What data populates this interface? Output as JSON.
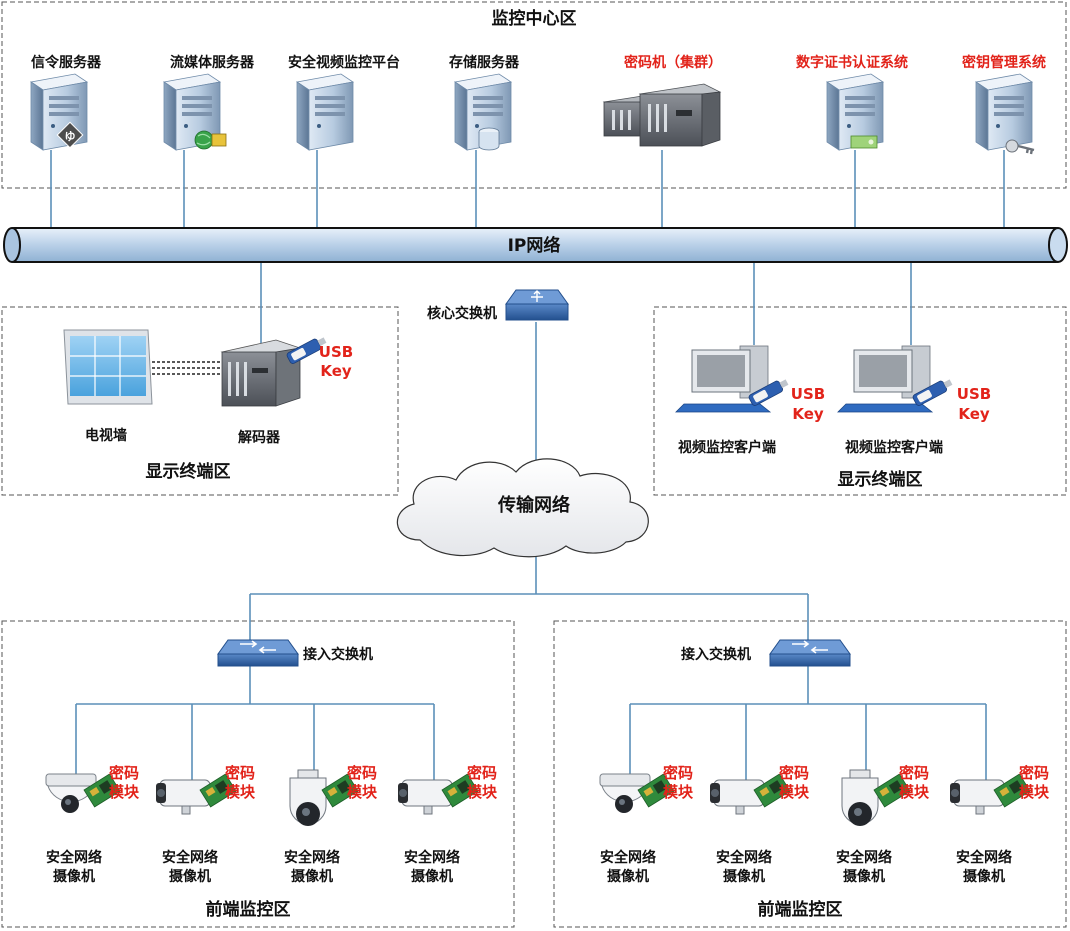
{
  "zones": {
    "monitor_center": "监控中心区",
    "display_left": "显示终端区",
    "display_right": "显示终端区",
    "front_left": "前端监控区",
    "front_right": "前端监控区"
  },
  "network": {
    "ip": "IP网络",
    "core_switch": "核心交换机",
    "transport": "传输网络",
    "access_switch_left": "接入交换机",
    "access_switch_right": "接入交换机"
  },
  "servers": [
    {
      "label": "信令服务器",
      "highlight": false
    },
    {
      "label": "流媒体服务器",
      "highlight": false
    },
    {
      "label": "安全视频监控平台",
      "highlight": false
    },
    {
      "label": "存储服务器",
      "highlight": false
    },
    {
      "label": "密码机（集群）",
      "highlight": true
    },
    {
      "label": "数字证书认证系统",
      "highlight": true
    },
    {
      "label": "密钥管理系统",
      "highlight": true
    }
  ],
  "display_left": {
    "tvwall": "电视墙",
    "decoder": "解码器",
    "usb_line1": "USB",
    "usb_line2": "Key"
  },
  "clients": [
    {
      "label": "视频监控客户端",
      "usb_line1": "USB",
      "usb_line2": "Key"
    },
    {
      "label": "视频监控客户端",
      "usb_line1": "USB",
      "usb_line2": "Key"
    }
  ],
  "camera": {
    "label_line1": "安全网络",
    "label_line2": "摄像机",
    "module_line1": "密码",
    "module_line2": "模块"
  },
  "colors": {
    "pipe": "#c9dcef",
    "red": "#e2231a",
    "line": "#5b8fb9",
    "switch": "#3f6fb0"
  }
}
